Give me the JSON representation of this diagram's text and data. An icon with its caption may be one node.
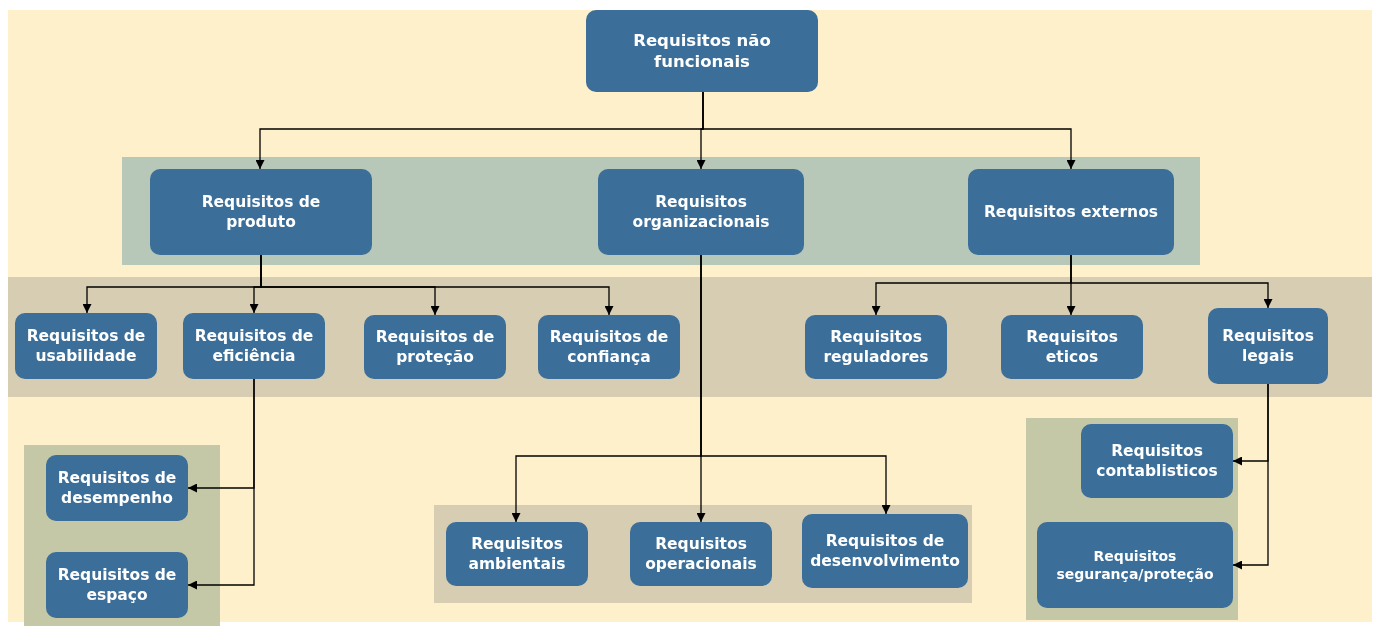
{
  "diagram": {
    "nodes": [
      {
        "text": [
          "Requisitos não funcionais"
        ]
      },
      {
        "text": [
          "Requisitos de produto"
        ]
      },
      {
        "text": [
          "Requisitos organizacionais"
        ]
      },
      {
        "text": [
          "Requisitos externos"
        ]
      },
      {
        "text": [
          "Requisitos de usabilidade"
        ]
      },
      {
        "text": [
          "Requisitos de eficiência"
        ]
      },
      {
        "text": [
          "Requisitos de proteção"
        ]
      },
      {
        "text": [
          "Requisitos de confiança"
        ]
      },
      {
        "text": [
          "Requisitos reguladores"
        ]
      },
      {
        "text": [
          "Requisitos eticos"
        ]
      },
      {
        "text": [
          "Requisitos legais"
        ]
      },
      {
        "text": [
          "Requisitos de desempenho"
        ]
      },
      {
        "text": [
          "Requisitos de espaço"
        ]
      },
      {
        "text": [
          "Requisitos ambientais"
        ]
      },
      {
        "text": [
          "Requisitos operacionais"
        ]
      },
      {
        "text": [
          "Requisitos de desenvolvimento"
        ]
      },
      {
        "text": [
          "Requisitos contablisticos"
        ]
      },
      {
        "text": [
          "Requisitos segurança/proteção"
        ]
      }
    ],
    "edges": [
      {
        "from": 0,
        "to": 1,
        "arrow": "to"
      },
      {
        "from": 0,
        "to": 2,
        "arrow": "to"
      },
      {
        "from": 0,
        "to": 3,
        "arrow": "to"
      },
      {
        "from": 1,
        "to": 4,
        "arrow": "to"
      },
      {
        "from": 1,
        "to": 5,
        "arrow": "to"
      },
      {
        "from": 1,
        "to": 6,
        "arrow": "to"
      },
      {
        "from": 1,
        "to": 7,
        "arrow": "to"
      },
      {
        "from": 3,
        "to": 8,
        "arrow": "to"
      },
      {
        "from": 3,
        "to": 9,
        "arrow": "to"
      },
      {
        "from": 3,
        "to": 10,
        "arrow": "to"
      },
      {
        "from": 5,
        "to": 11,
        "arrow": "to"
      },
      {
        "from": 5,
        "to": 12,
        "arrow": "to"
      },
      {
        "from": 2,
        "to": 13,
        "arrow": "to"
      },
      {
        "from": 2,
        "to": 14,
        "arrow": "to"
      },
      {
        "from": 2,
        "to": 15,
        "arrow": "to"
      },
      {
        "from": 10,
        "to": 16,
        "arrow": "to"
      },
      {
        "from": 10,
        "to": 17,
        "arrow": "to"
      }
    ]
  }
}
